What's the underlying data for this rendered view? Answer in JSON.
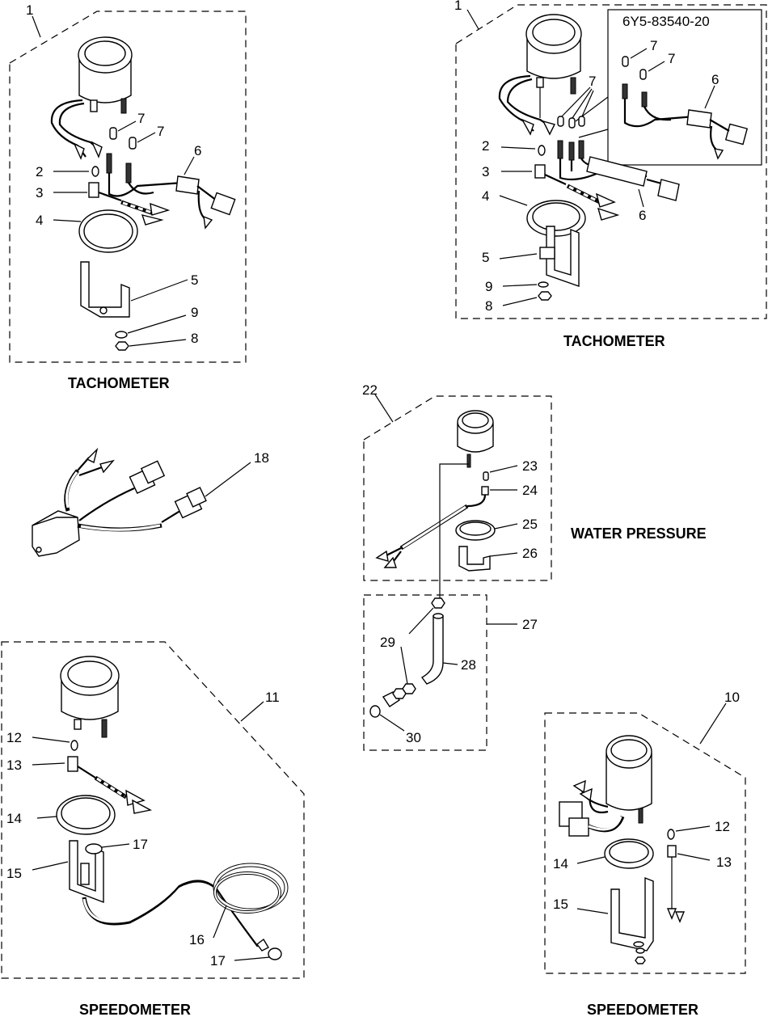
{
  "titles": {
    "tach_left": "TACHOMETER",
    "tach_right": "TACHOMETER",
    "water_pressure": "WATER PRESSURE",
    "speedo_left": "SPEEDOMETER",
    "speedo_right": "SPEEDOMETER"
  },
  "part_code": "6Y5-83540-20",
  "callouts": {
    "tl_1": "1",
    "tl_2": "2",
    "tl_3": "3",
    "tl_4": "4",
    "tl_5": "5",
    "tl_6": "6",
    "tl_7a": "7",
    "tl_7b": "7",
    "tl_8": "8",
    "tl_9": "9",
    "tr_1": "1",
    "tr_2": "2",
    "tr_3": "3",
    "tr_4": "4",
    "tr_5": "5",
    "tr_6": "6",
    "tr_6b": "6",
    "tr_7a": "7",
    "tr_7b": "7",
    "tr_7c": "7",
    "tr_8": "8",
    "tr_9": "9",
    "m_18": "18",
    "wp_22": "22",
    "wp_23": "23",
    "wp_24": "24",
    "wp_25": "25",
    "wp_26": "26",
    "wp_27": "27",
    "wp_28": "28",
    "wp_29": "29",
    "wp_30": "30",
    "sl_11": "11",
    "sl_12": "12",
    "sl_13": "13",
    "sl_14": "14",
    "sl_15": "15",
    "sl_16": "16",
    "sl_17a": "17",
    "sl_17b": "17",
    "sr_10": "10",
    "sr_12": "12",
    "sr_13": "13",
    "sr_14": "14",
    "sr_15": "15"
  }
}
